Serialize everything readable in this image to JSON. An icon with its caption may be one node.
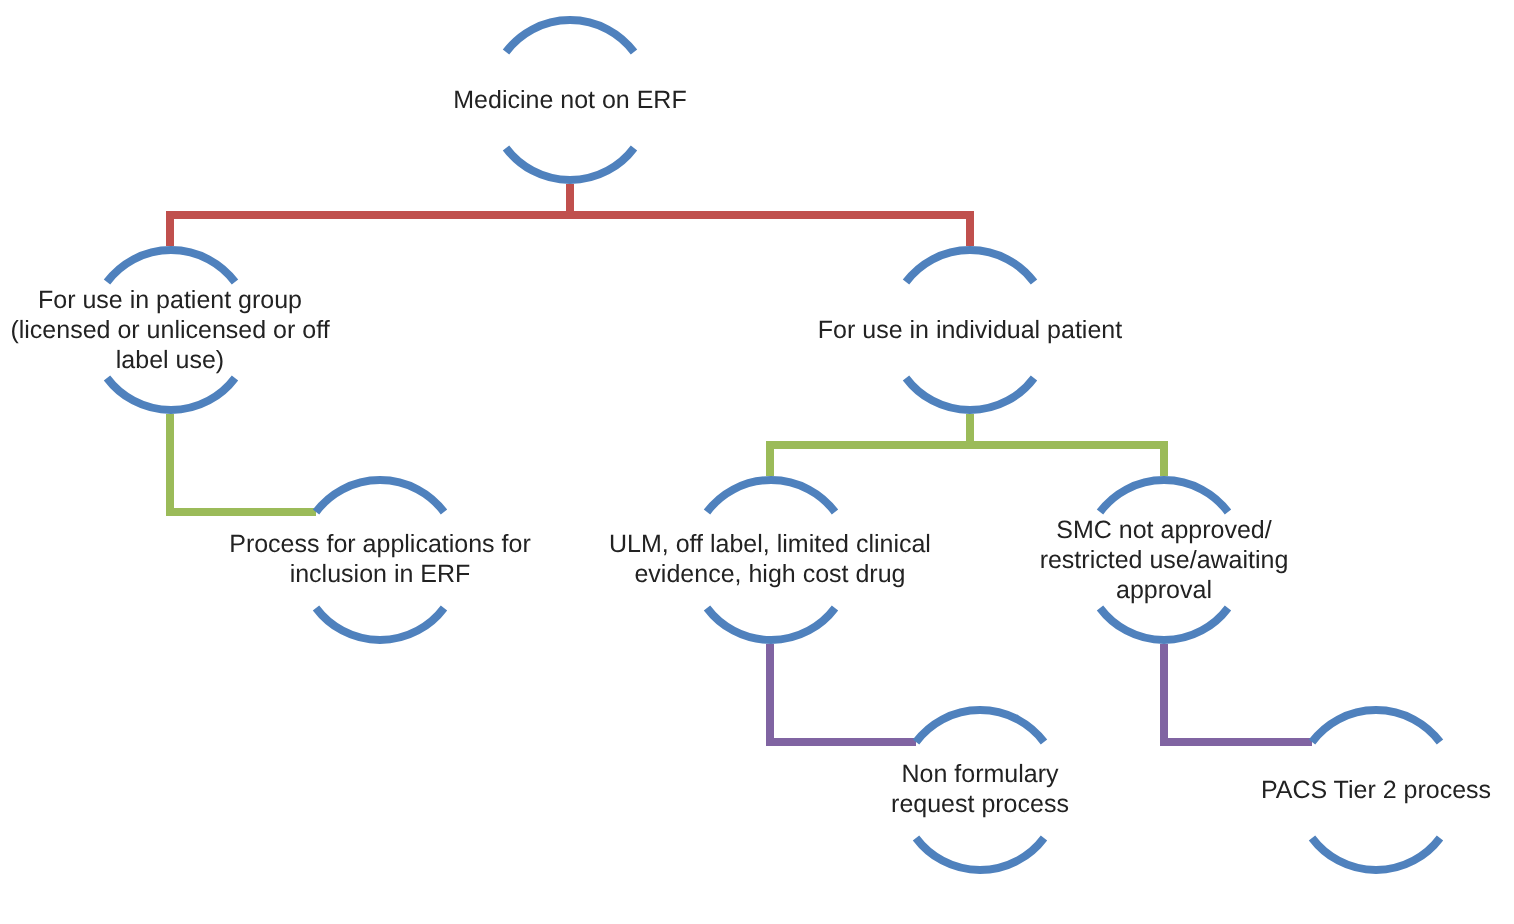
{
  "diagram": {
    "nodes": [
      {
        "text": [
          "Medicine not on ERF"
        ]
      },
      {
        "text": [
          "For use in patient group (licensed or unlicensed or off label use)"
        ]
      },
      {
        "text": [
          "For use in individual patient"
        ]
      },
      {
        "text": [
          "Process for applications for inclusion in ERF"
        ]
      },
      {
        "text": [
          "ULM, off label, limited clinical evidence, high cost drug"
        ]
      },
      {
        "text": [
          "SMC not approved/ restricted use/awaiting approval"
        ]
      },
      {
        "text": [
          "Non formulary request process"
        ]
      },
      {
        "text": [
          "PACS Tier 2 process"
        ]
      }
    ],
    "edges": [
      {
        "from": 0,
        "to": 1,
        "arrow": "none",
        "color": "#c0504d"
      },
      {
        "from": 0,
        "to": 2,
        "arrow": "none",
        "color": "#c0504d"
      },
      {
        "from": 1,
        "to": 3,
        "arrow": "none",
        "color": "#9bbb59"
      },
      {
        "from": 2,
        "to": 4,
        "arrow": "none",
        "color": "#9bbb59"
      },
      {
        "from": 2,
        "to": 5,
        "arrow": "none",
        "color": "#9bbb59"
      },
      {
        "from": 4,
        "to": 6,
        "arrow": "none",
        "color": "#8064a2"
      },
      {
        "from": 5,
        "to": 7,
        "arrow": "none",
        "color": "#8064a2"
      }
    ]
  }
}
